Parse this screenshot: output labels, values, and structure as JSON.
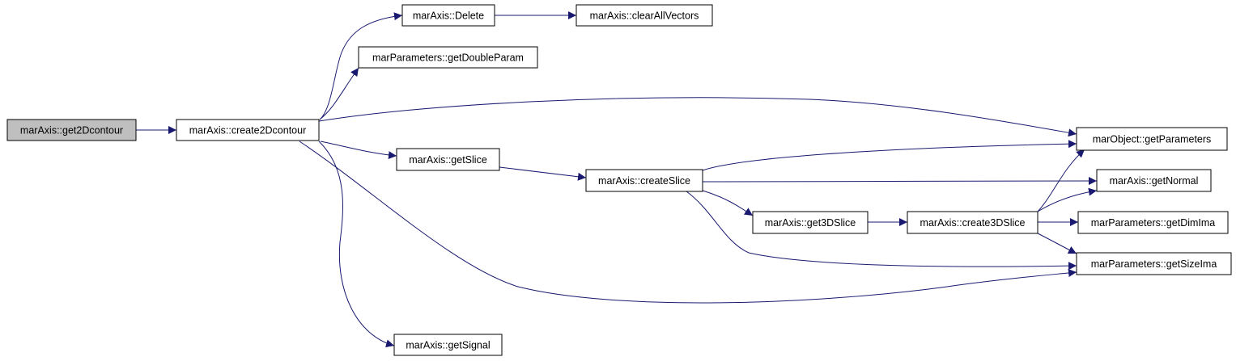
{
  "colors": {
    "edge": "#191970",
    "root_fill": "#bfbfbf",
    "node_fill": "#ffffff",
    "border": "#000000"
  },
  "nodes": [
    {
      "id": "get2Dcontour",
      "label": "marAxis::get2Dcontour",
      "root": true
    },
    {
      "id": "create2Dcontour",
      "label": "marAxis::create2Dcontour"
    },
    {
      "id": "Delete",
      "label": "marAxis::Delete"
    },
    {
      "id": "clearAllVectors",
      "label": "marAxis::clearAllVectors"
    },
    {
      "id": "getDoubleParam",
      "label": "marParameters::getDoubleParam"
    },
    {
      "id": "getParameters",
      "label": "marObject::getParameters"
    },
    {
      "id": "getSlice",
      "label": "marAxis::getSlice"
    },
    {
      "id": "createSlice",
      "label": "marAxis::createSlice"
    },
    {
      "id": "getNormal",
      "label": "marAxis::getNormal"
    },
    {
      "id": "get3DSlice",
      "label": "marAxis::get3DSlice"
    },
    {
      "id": "create3DSlice",
      "label": "marAxis::create3DSlice"
    },
    {
      "id": "getDimIma",
      "label": "marParameters::getDimIma"
    },
    {
      "id": "getSizeIma",
      "label": "marParameters::getSizeIma"
    },
    {
      "id": "getSignal",
      "label": "marAxis::getSignal"
    }
  ],
  "edges": [
    {
      "from": "get2Dcontour",
      "to": "create2Dcontour"
    },
    {
      "from": "create2Dcontour",
      "to": "Delete"
    },
    {
      "from": "Delete",
      "to": "clearAllVectors"
    },
    {
      "from": "create2Dcontour",
      "to": "getDoubleParam"
    },
    {
      "from": "create2Dcontour",
      "to": "getParameters"
    },
    {
      "from": "create2Dcontour",
      "to": "getSlice"
    },
    {
      "from": "getSlice",
      "to": "createSlice"
    },
    {
      "from": "createSlice",
      "to": "getParameters"
    },
    {
      "from": "createSlice",
      "to": "getNormal"
    },
    {
      "from": "createSlice",
      "to": "get3DSlice"
    },
    {
      "from": "get3DSlice",
      "to": "create3DSlice"
    },
    {
      "from": "create3DSlice",
      "to": "getParameters"
    },
    {
      "from": "create3DSlice",
      "to": "getNormal"
    },
    {
      "from": "create3DSlice",
      "to": "getDimIma"
    },
    {
      "from": "create3DSlice",
      "to": "getSizeIma"
    },
    {
      "from": "createSlice",
      "to": "getSizeIma"
    },
    {
      "from": "create2Dcontour",
      "to": "getSizeIma"
    },
    {
      "from": "create2Dcontour",
      "to": "getSignal"
    }
  ]
}
